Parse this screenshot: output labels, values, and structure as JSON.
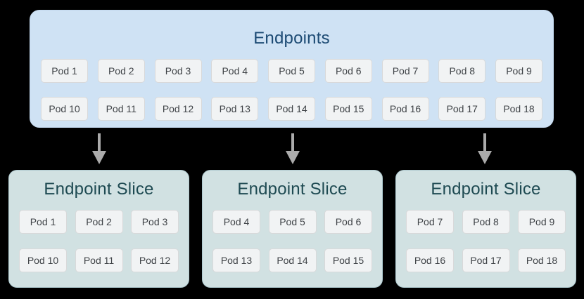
{
  "endpoints_box": {
    "title": "Endpoints",
    "rows": [
      [
        "Pod 1",
        "Pod 2",
        "Pod 3",
        "Pod 4",
        "Pod 5",
        "Pod 6",
        "Pod 7",
        "Pod 8",
        "Pod 9"
      ],
      [
        "Pod 10",
        "Pod 11",
        "Pod 12",
        "Pod 13",
        "Pod 14",
        "Pod 15",
        "Pod 16",
        "Pod 17",
        "Pod 18"
      ]
    ]
  },
  "slices": [
    {
      "title": "Endpoint Slice",
      "rows": [
        [
          "Pod 1",
          "Pod 2",
          "Pod 3"
        ],
        [
          "Pod 10",
          "Pod 11",
          "Pod 12"
        ]
      ]
    },
    {
      "title": "Endpoint Slice",
      "rows": [
        [
          "Pod 4",
          "Pod 5",
          "Pod 6"
        ],
        [
          "Pod 13",
          "Pod 14",
          "Pod 15"
        ]
      ]
    },
    {
      "title": "Endpoint Slice",
      "rows": [
        [
          "Pod 7",
          "Pod 8",
          "Pod 9"
        ],
        [
          "Pod 16",
          "Pod 17",
          "Pod 18"
        ]
      ]
    }
  ],
  "colors": {
    "page_background": "#000000",
    "endpoints_fill": "#cfe2f4",
    "endpoints_title_text": "#1d4b74",
    "slice_fill": "#d1e1e2",
    "slice_border": "#aec9cf",
    "slice_title_text": "#1e4a52",
    "pod_fill": "#f1f3f4",
    "pod_border": "#d8d9da",
    "pod_text": "#3f4347",
    "arrow": "#ababab"
  }
}
